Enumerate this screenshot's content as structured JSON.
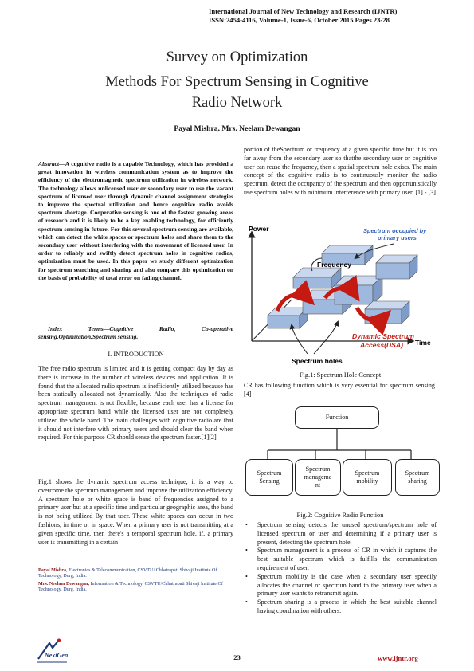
{
  "header": {
    "journal": "International Journal of New Technology and Research (IJNTR)",
    "issn": "ISSN:2454-4116,  Volume-1, Issue-6, October  2015  Pages  23-28"
  },
  "title": {
    "line1": "Survey on Optimization",
    "line2": "Methods For Spectrum Sensing in Cognitive",
    "line3": "Radio Network"
  },
  "authors": "Payal Mishra, Mrs. Neelam Dewangan",
  "abstract": {
    "label": "Abstract",
    "text": "—A cognitive radio is a capable Technology, which has provided a great innovation in wireless communication system as to improve the efficiency of the electromagnetic spectrum utilization in wireless network. The technology allows unlicensed user or secondary user to use the vacant spectrum of licensed user through dynamic channel assignment strategies to improve the spectral utilization and hence cognitive radio avoids spectrum shortage. Cooperative sensing is one of the fastest growing areas of research and it is likely to be a key enabling technology, for efficiently spectrum sensing in future. For this several spectrum sensing are available, which can detect the white spaces or spectrum holes and share them to the secondary user without interfering with the movement of licensed user. In order to reliably and swiftly detect spectrum holes in cognitive radios, optimization must be used. In this paper we study different optimization for spectrum searching and sharing and also compare this optimization on the basis of probability of total error on fading channel."
  },
  "index_terms": "Index Terms—Cognitive Radio, Co-operative sensing,Optimization,Spectrum sensing.",
  "section1_heading": "I. INTRODUCTION",
  "intro_p1": "The free radio spectrum is limited and it is getting compact day by day as there is increase in the number of wireless devices and application. It is found that the allocated radio spectrum is inefficiently utilized because has been statically allocated not dynamically. Also the techniques of radio spectrum management is not flexible, because each user has a license for appropriate spectrum band while the licensed user are not completely utilized the whole band. The main challenges with cognitive radio are that it should not interfere with primary users and should clear the band when required. For this purpose CR should sense the spectrum faster.[1][2]",
  "intro_p2": "Fig.1 shows the dynamic spectrum access technique, it is a way to overcome the spectrum management and improve the utilization efficiency. A spectrum hole or white space is band of frequencies assigned to a primary user but at a specific time and particular geographic area, the band is not being utilized By that user. These white spaces can occur in two fashions, in time or in space. When a primary user is not transmitting at a given specific time, then there's a temporal spectrum hole, if, a primary user is transmitting in a certain",
  "footnotes": {
    "author1_name": "Payal Mishra,",
    "author1_affil": " Electronics & Telecommunication, CSVTU/ Chhatrapati Shivaji Institute Of Technology, Durg, India.",
    "author2_name": "Mrs. Neelam Dewangan,",
    "author2_affil": " Information & Technology, CSVTU/Chhatrapati Shivaji Institute Of Technology, Durg, India."
  },
  "right_p1": "portion of theSpectrum or frequency at a given specific time but it is too far away from the secondary user so thatthe secondary user or cognitive user can reuse the frequency, then a spatial spectrum hole exists. The main concept of the cognitive radio is to continuously monitor the radio spectrum, detect the occupancy of the spectrum and then opportunistically use spectrum holes with minimum interference with primary user. [1] - [3]",
  "figure1": {
    "power_label": "Power",
    "frequency_label": "Frequency",
    "occupied_label1": "Spectrum occupied by",
    "occupied_label2": "primary users",
    "time_label": "Time",
    "dsa_label1": "Dynamic Spectrum",
    "dsa_label2": "Access(DSA)",
    "holes_label": "Spectrum holes",
    "caption": "Fig.1: Spectrum Hole Concept"
  },
  "cr_intro": "CR has following function which is very essential for spectrum sensing. [4]",
  "figure2": {
    "root": "Function",
    "child1_l1": "Spectrum",
    "child1_l2": "Sensing",
    "child2_l1": "Spectrum",
    "child2_l2": "manageme",
    "child2_l3": "nt",
    "child3_l1": "Spectrum",
    "child3_l2": "mobility",
    "child4_l1": "Spectrum",
    "child4_l2": "sharing",
    "caption": "Fig.2: Cognitive Radio Function"
  },
  "bullets": [
    "Spectrum sensing detects the unused spectrum/spectrum hole of licensed spectrum or user and determining if a primary user is present, detecting the spectrum hole.",
    "Spectrum management is a process of CR in which it captures the best suitable spectrum which is fulfills the communication requirement of user.",
    "Spectrum mobility is the case when a secondary user speedily allocates the channel or spectrum band to the primary user when a primary user wants to retransmit again.",
    "Spectrum sharing is a process in which the best suitable channel having coordination with others."
  ],
  "footer": {
    "page_number": "23",
    "url": "www.ijntr.org",
    "logo_text": "NextGen"
  },
  "colors": {
    "url_red": "#b0161b",
    "footnote_blue": "#1f3a7a",
    "chart_blue": "#9fb8dd",
    "arrow_red": "#c51a14",
    "dsa_red": "#c51a14",
    "occupied_blue": "#2b5fb3"
  }
}
